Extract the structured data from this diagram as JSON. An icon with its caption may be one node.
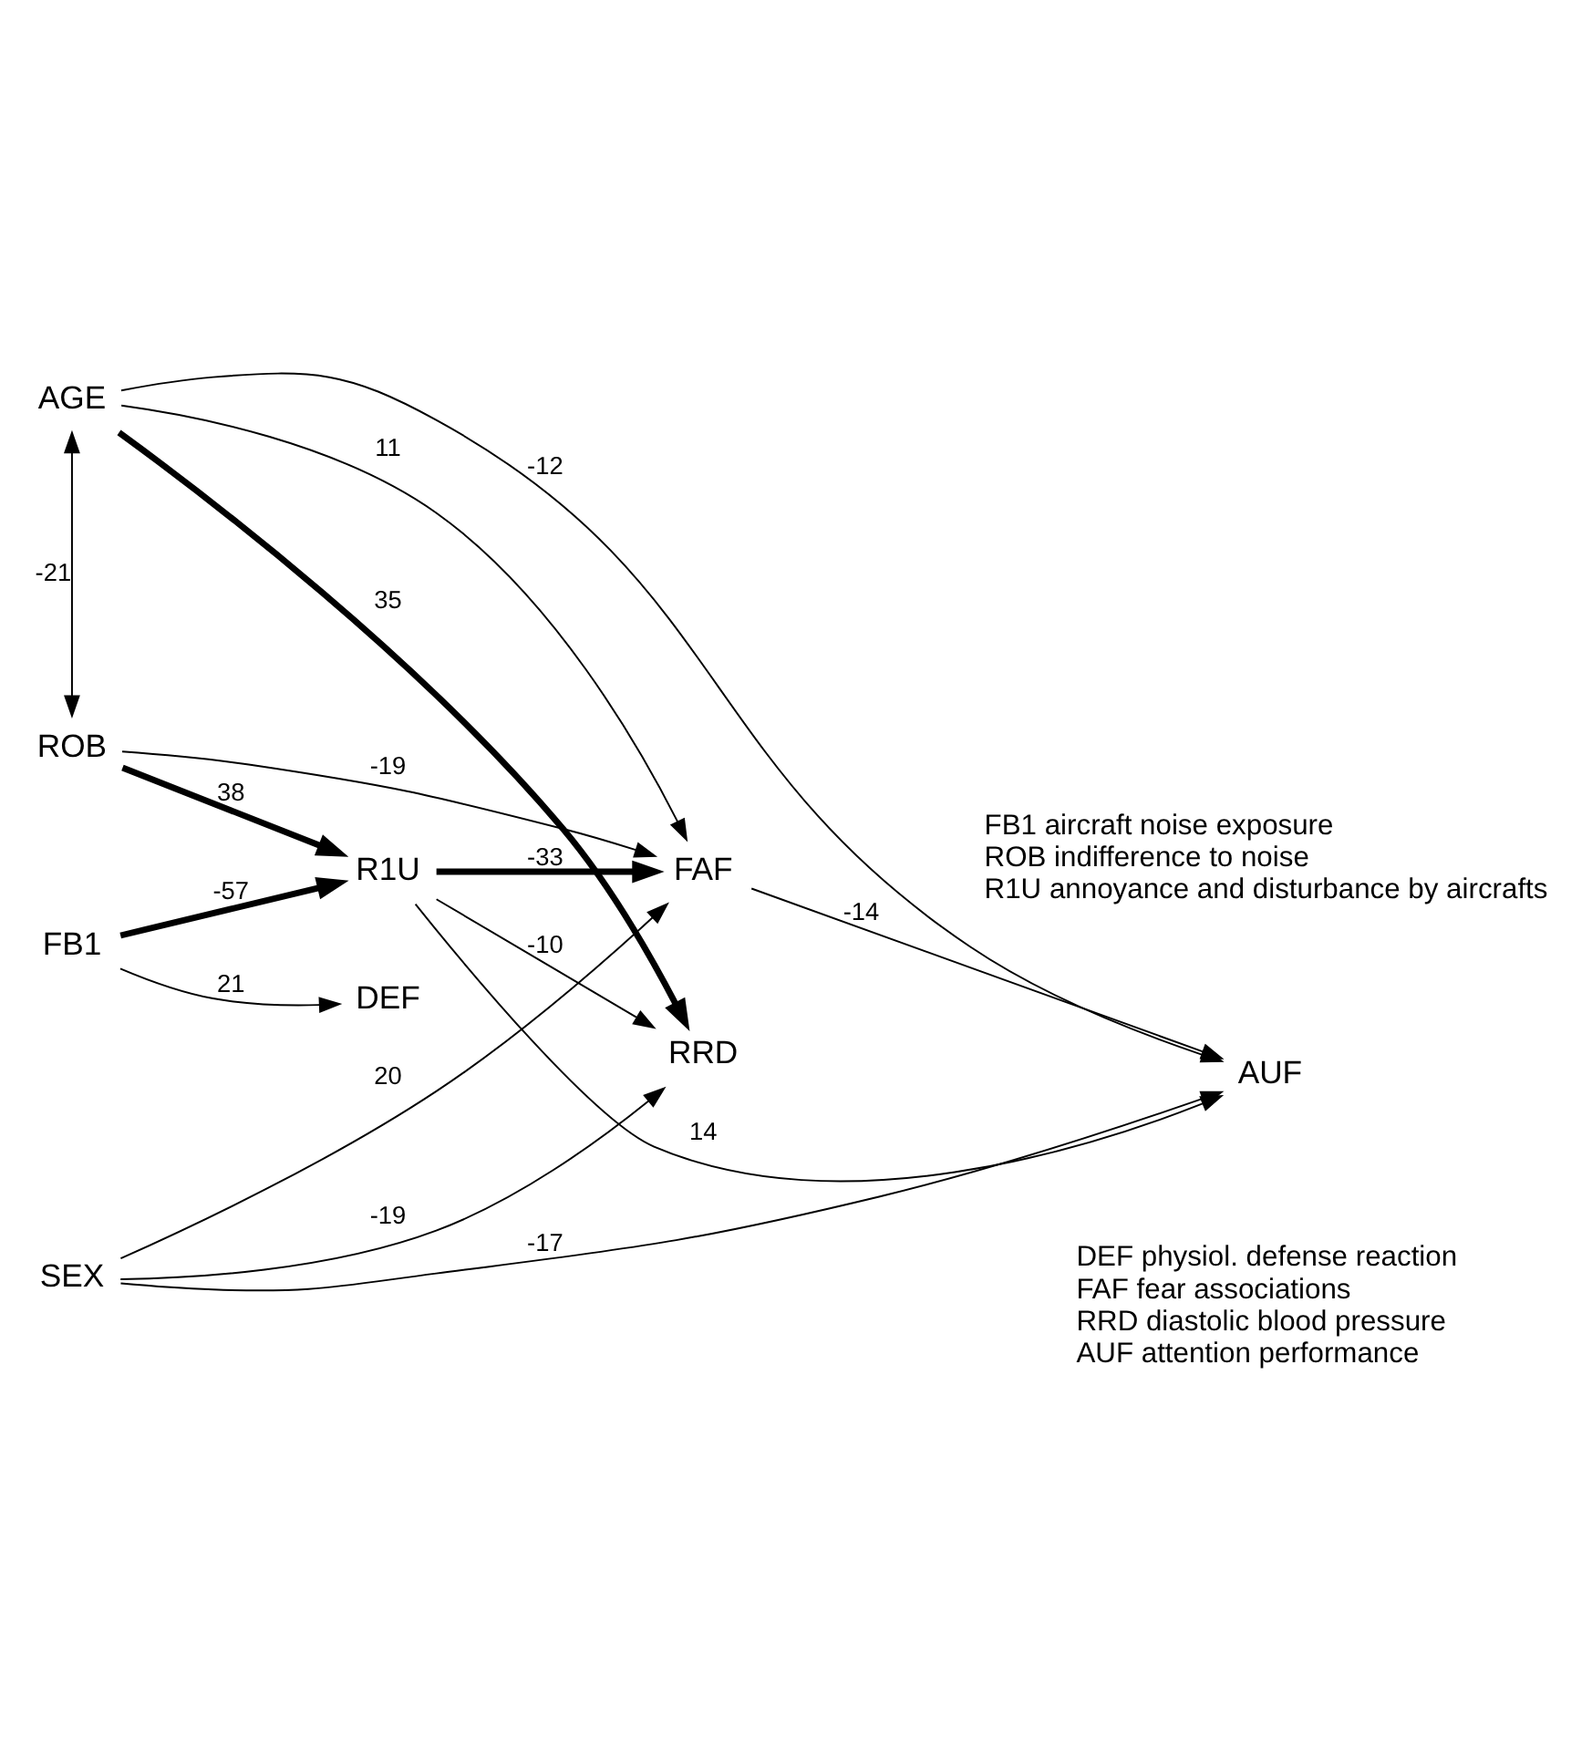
{
  "diagram": {
    "nodes": [
      {
        "text": [
          "AGE"
        ]
      },
      {
        "text": [
          "ROB"
        ]
      },
      {
        "text": [
          "FB1"
        ]
      },
      {
        "text": [
          "R1U"
        ]
      },
      {
        "text": [
          "DEF"
        ]
      },
      {
        "text": [
          "FAF"
        ]
      },
      {
        "text": [
          "RRD"
        ]
      },
      {
        "text": [
          "AUF"
        ]
      },
      {
        "text": [
          "SEX"
        ]
      }
    ],
    "edges": [
      {
        "from": 0,
        "to": 1,
        "arrow": "both",
        "label": "-21"
      },
      {
        "from": 0,
        "to": 7,
        "arrow": "to",
        "label": "-12"
      },
      {
        "from": 0,
        "to": 5,
        "arrow": "to",
        "label": "11"
      },
      {
        "from": 0,
        "to": 6,
        "arrow": "to",
        "label": "35",
        "style": "thick"
      },
      {
        "from": 1,
        "to": 5,
        "arrow": "to",
        "label": "-19"
      },
      {
        "from": 1,
        "to": 3,
        "arrow": "to",
        "label": "38",
        "style": "thick"
      },
      {
        "from": 2,
        "to": 3,
        "arrow": "to",
        "label": "-57",
        "style": "thick"
      },
      {
        "from": 2,
        "to": 4,
        "arrow": "to",
        "label": "21"
      },
      {
        "from": 3,
        "to": 5,
        "arrow": "to",
        "label": "-33",
        "style": "thick"
      },
      {
        "from": 3,
        "to": 7,
        "arrow": "to",
        "label": "14"
      },
      {
        "from": 3,
        "to": 6,
        "arrow": "to",
        "label": "-10"
      },
      {
        "from": 5,
        "to": 7,
        "arrow": "to",
        "label": "-14"
      },
      {
        "from": 8,
        "to": 5,
        "arrow": "to",
        "label": "20"
      },
      {
        "from": 8,
        "to": 6,
        "arrow": "to",
        "label": "-19"
      },
      {
        "from": 8,
        "to": 7,
        "arrow": "to",
        "label": "-17"
      }
    ],
    "labels": [
      "FB1 aircraft noise exposure",
      "ROB indifference to noise",
      "R1U annoyance and disturbance by aircrafts",
      "DEF physiol. defense reaction",
      "FAF fear associations",
      "RRD diastolic blood pressure",
      "AUF attention performance"
    ]
  }
}
